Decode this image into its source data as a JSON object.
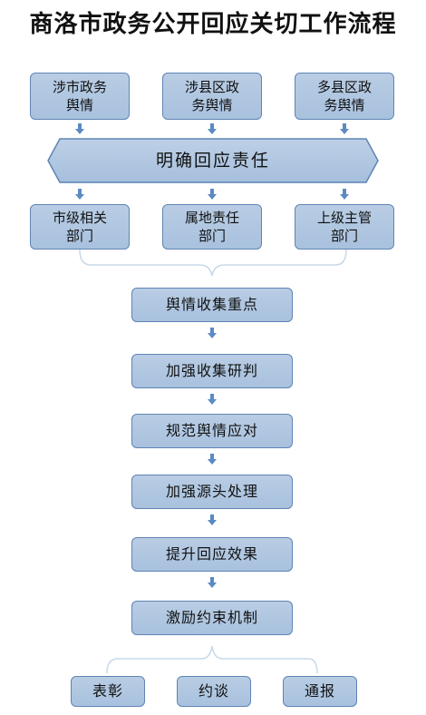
{
  "title": "商洛市政务公开回应关切工作流程",
  "sources": [
    "涉市政务\n舆情",
    "涉县区政\n务舆情",
    "多县区政\n务舆情"
  ],
  "banner": "明确回应责任",
  "departments": [
    "市级相关\n部门",
    "属地责任\n部门",
    "上级主管\n部门"
  ],
  "steps": [
    "舆情收集重点",
    "加强收集研判",
    "规范舆情应对",
    "加强源头处理",
    "提升回应效果",
    "激励约束机制"
  ],
  "outcomes": [
    "表彰",
    "约谈",
    "通报"
  ],
  "colors": {
    "box_fill": "#b0c6e1",
    "box_border": "#5f84b5",
    "arrow": "#5b8ac4",
    "bracket": "#c9d8ea"
  }
}
